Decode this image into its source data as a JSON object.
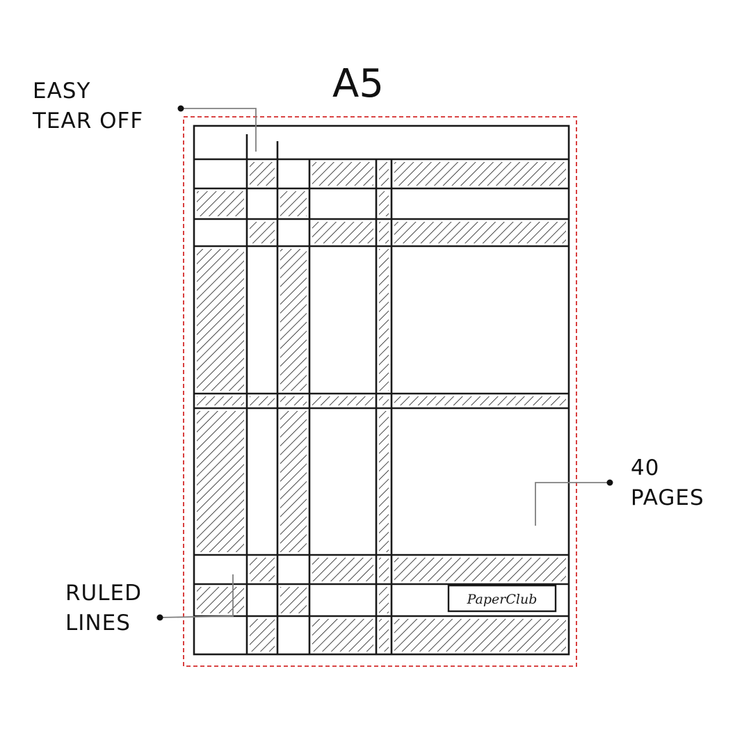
{
  "title": "A5",
  "callouts": {
    "tear_off": [
      "EASY",
      "TEAR OFF"
    ],
    "pages": [
      "40",
      "PAGES"
    ],
    "ruled": [
      "RULED",
      "LINES"
    ]
  },
  "logo_text": "PaperClub",
  "colors": {
    "border_dash": "#d42a2a",
    "ink": "#1a1a1a",
    "leader": "#808080"
  }
}
